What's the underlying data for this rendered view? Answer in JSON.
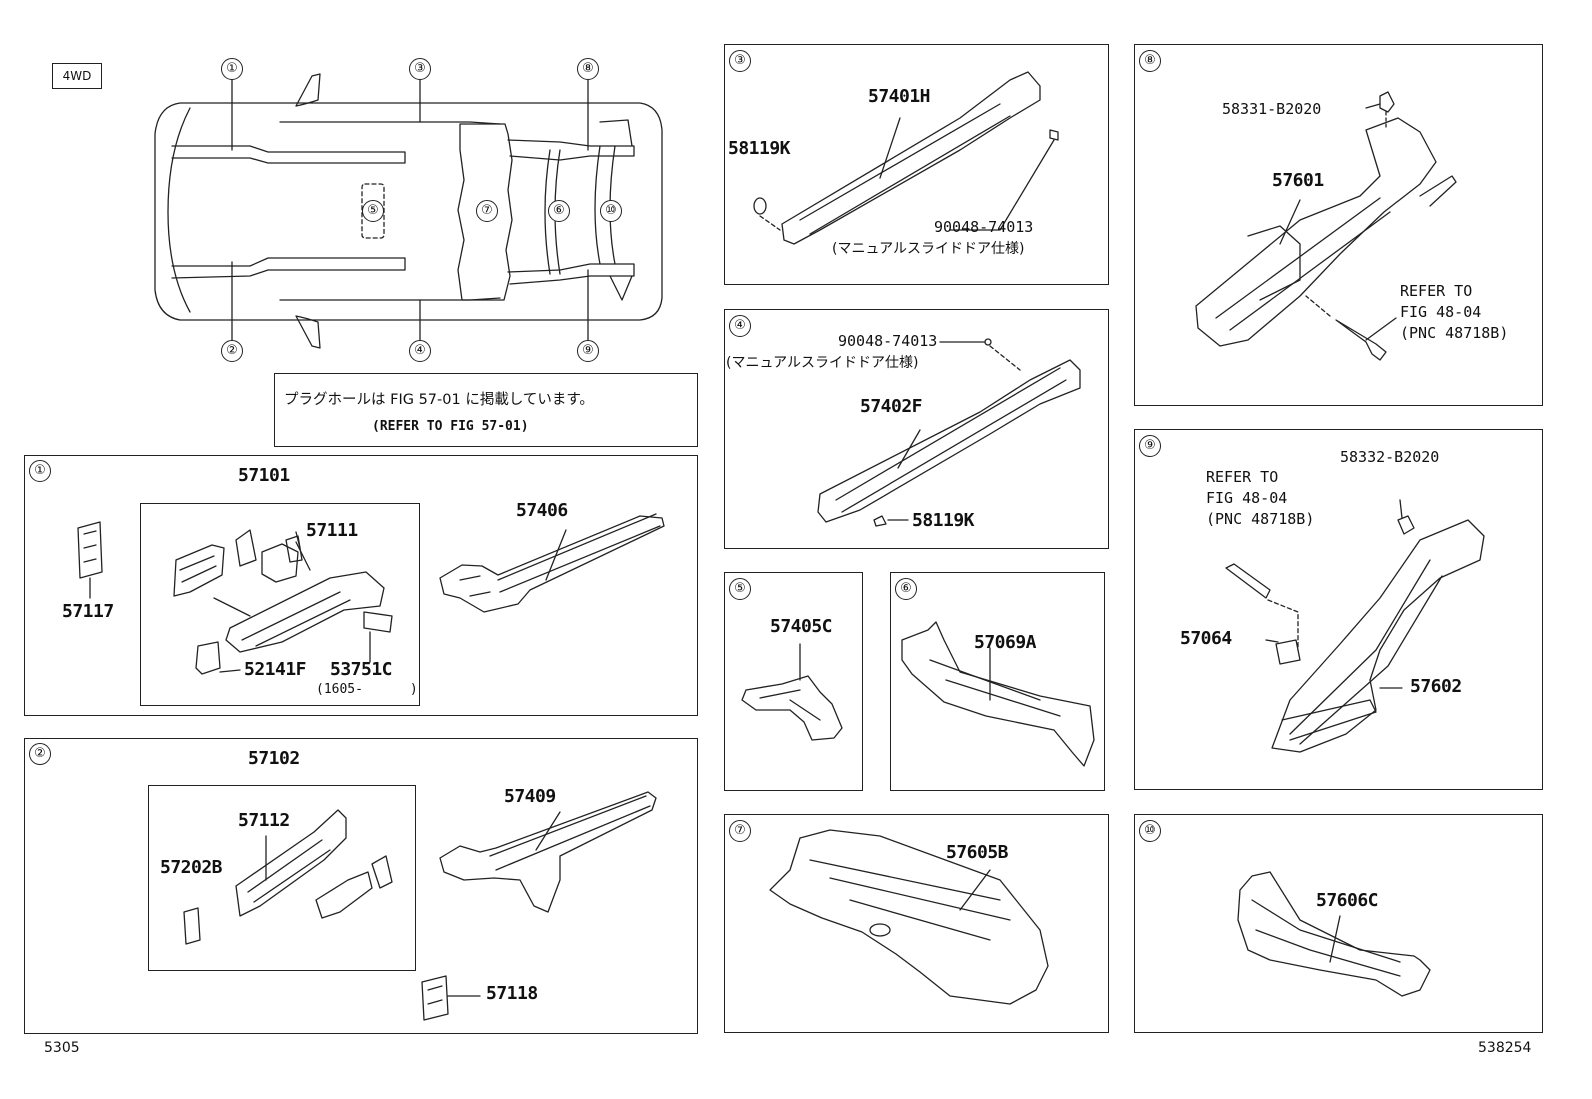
{
  "badge": "4WD",
  "overview_callouts": [
    "①",
    "②",
    "③",
    "④",
    "⑤",
    "⑥",
    "⑦",
    "⑧",
    "⑨",
    "⑩"
  ],
  "note_box": {
    "line1": "プラグホールは FIG 57-01 に掲載しています。",
    "line2": "(REFER TO FIG 57-01)"
  },
  "panels": {
    "p1": {
      "num": "①",
      "parts": {
        "a": "57101",
        "b": "57111",
        "c": "57117",
        "d": "57406",
        "e": "52141F",
        "f": "53751C"
      },
      "note": "(1605-      )"
    },
    "p2": {
      "num": "②",
      "parts": {
        "a": "57102",
        "b": "57112",
        "c": "57202B",
        "d": "57409",
        "e": "57118"
      }
    },
    "p3": {
      "num": "③",
      "parts": {
        "a": "57401H",
        "b": "58119K",
        "c": "90048-74013"
      },
      "note": "(マニュアルスライドドア仕様)"
    },
    "p4": {
      "num": "④",
      "parts": {
        "a": "90048-74013",
        "b": "57402F",
        "c": "58119K"
      },
      "note": "(マニュアルスライドドア仕様)"
    },
    "p5": {
      "num": "⑤",
      "parts": {
        "a": "57405C"
      }
    },
    "p6": {
      "num": "⑥",
      "parts": {
        "a": "57069A"
      }
    },
    "p7": {
      "num": "⑦",
      "parts": {
        "a": "57605B"
      }
    },
    "p8": {
      "num": "⑧",
      "parts": {
        "a": "58331-B2020",
        "b": "57601"
      },
      "refer": [
        "REFER TO",
        "FIG 48-04",
        "(PNC 48718B)"
      ]
    },
    "p9": {
      "num": "⑨",
      "parts": {
        "a": "58332-B2020",
        "b": "57064",
        "c": "57602"
      },
      "refer": [
        "REFER TO",
        "FIG 48-04",
        "(PNC 48718B)"
      ]
    },
    "p10": {
      "num": "⑩",
      "parts": {
        "a": "57606C"
      }
    }
  },
  "footer": {
    "left": "5305",
    "right": "538254"
  }
}
